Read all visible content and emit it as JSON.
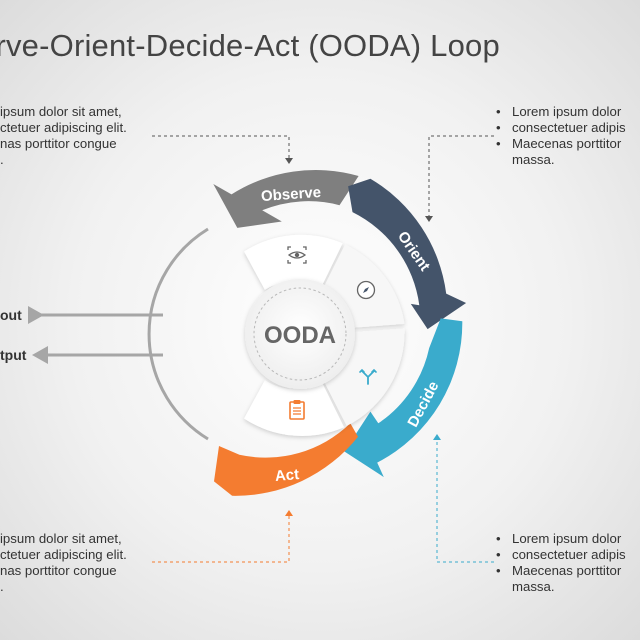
{
  "title": "erve-Orient-Decide-Act  (OODA) Loop",
  "center_label": "OODA",
  "stages": {
    "observe": {
      "label": "Observe",
      "color": "#7f7f7f",
      "icon": "eye-scan-icon"
    },
    "orient": {
      "label": "Orient",
      "color": "#44546a",
      "icon": "compass-icon"
    },
    "decide": {
      "label": "Decide",
      "color": "#3aabcc",
      "icon": "split-arrow-icon"
    },
    "act": {
      "label": "Act",
      "color": "#f47c30",
      "icon": "clipboard-icon"
    }
  },
  "io": {
    "input_label": "out",
    "output_label": "tput"
  },
  "text_top_left": {
    "lines": [
      "ipsum  dolor sit amet,",
      "ctetuer adipiscing  elit.",
      "nas porttitor congue",
      "."
    ]
  },
  "text_bottom_left": {
    "lines": [
      "ipsum  dolor sit amet,",
      "ctetuer adipiscing  elit.",
      "nas porttitor congue",
      "."
    ]
  },
  "text_top_right": {
    "items": [
      {
        "lines": [
          "Lorem ipsum dolor"
        ]
      },
      {
        "lines": [
          "consectetuer adipis"
        ]
      },
      {
        "lines": [
          "Maecenas porttitor",
          "massa."
        ]
      }
    ]
  },
  "text_bottom_right": {
    "items": [
      {
        "lines": [
          "Lorem ipsum dolor"
        ]
      },
      {
        "lines": [
          "consectetuer adipis"
        ]
      },
      {
        "lines": [
          "Maecenas porttitor",
          "massa."
        ]
      }
    ]
  },
  "bullet_char": "•"
}
